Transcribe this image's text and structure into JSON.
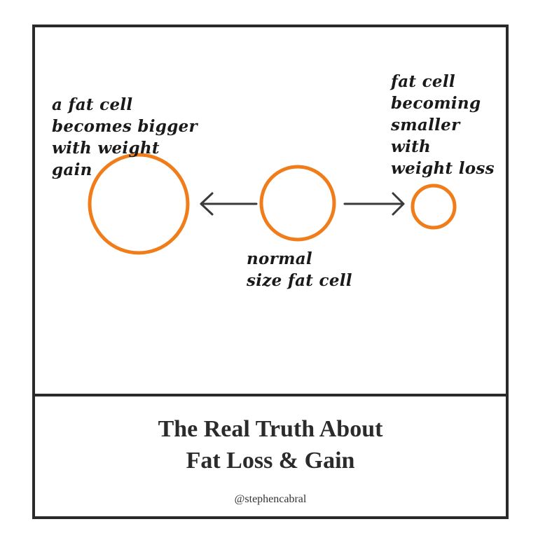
{
  "diagram": {
    "left_label": [
      "a fat cell",
      "becomes bigger",
      "with weight",
      "gain"
    ],
    "center_label": [
      "normal",
      "size fat cell"
    ],
    "right_label": [
      "fat cell",
      "becoming",
      "smaller",
      "with",
      "weight loss"
    ]
  },
  "caption": {
    "title_line1": "The Real Truth About",
    "title_line2": "Fat Loss & Gain",
    "handle": "@stephencabral"
  },
  "colors": {
    "cell_outline": "#f07d1a",
    "arrow": "#3a3a3a",
    "frame": "#2a2a2a"
  }
}
